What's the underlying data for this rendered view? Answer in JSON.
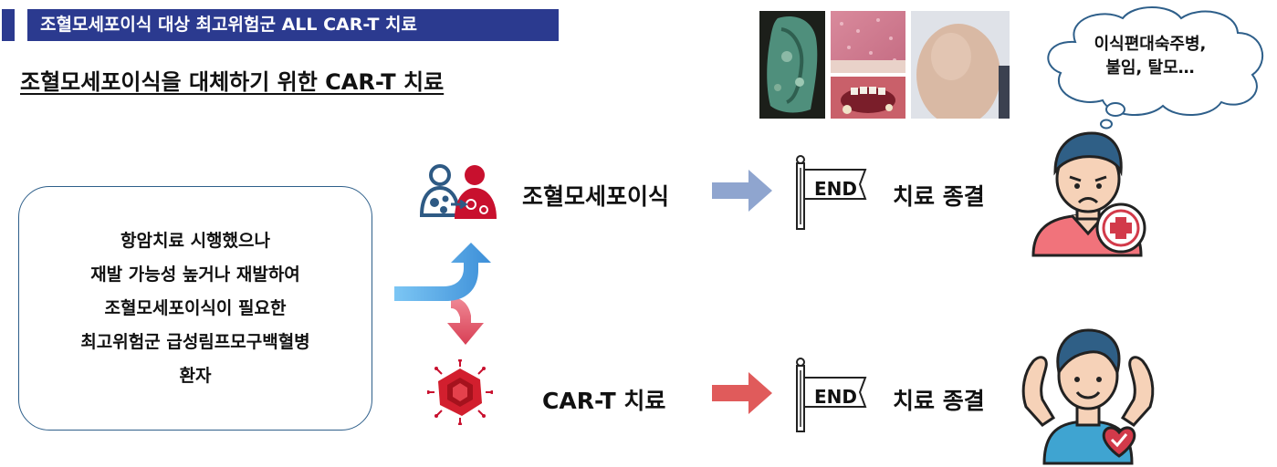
{
  "header": {
    "title": "조혈모세포이식 대상 최고위험군 ALL CAR-T 치료",
    "accent_color": "#2b3a8f"
  },
  "subtitle": "조혈모세포이식을 대체하기 위한 CAR-T 치료",
  "thought_bubble": {
    "line1": "이식편대숙주병,",
    "line2": "불임, 탈모…"
  },
  "patient_box": {
    "lines": [
      "항암치료 시행했으나",
      "재발 가능성 높거나 재발하여",
      "조혈모세포이식이 필요한",
      "최고위험군 급성림프모구백혈병",
      "환자"
    ]
  },
  "paths": [
    {
      "treatment": "조혈모세포이식",
      "flag_text": "END",
      "outcome": "치료 종결",
      "arrow_color": "#8fa5cf",
      "icon": "stem-cell-transplant-icon",
      "person": "sick-patient-icon"
    },
    {
      "treatment": "CAR-T 치료",
      "flag_text": "END",
      "outcome": "치료 종결",
      "arrow_color": "#e05b5b",
      "icon": "car-t-cell-icon",
      "person": "healthy-person-icon"
    }
  ],
  "colors": {
    "branch_up": "#5aa9e6",
    "branch_down": "#e0566a",
    "box_border": "#2e5f8a"
  }
}
